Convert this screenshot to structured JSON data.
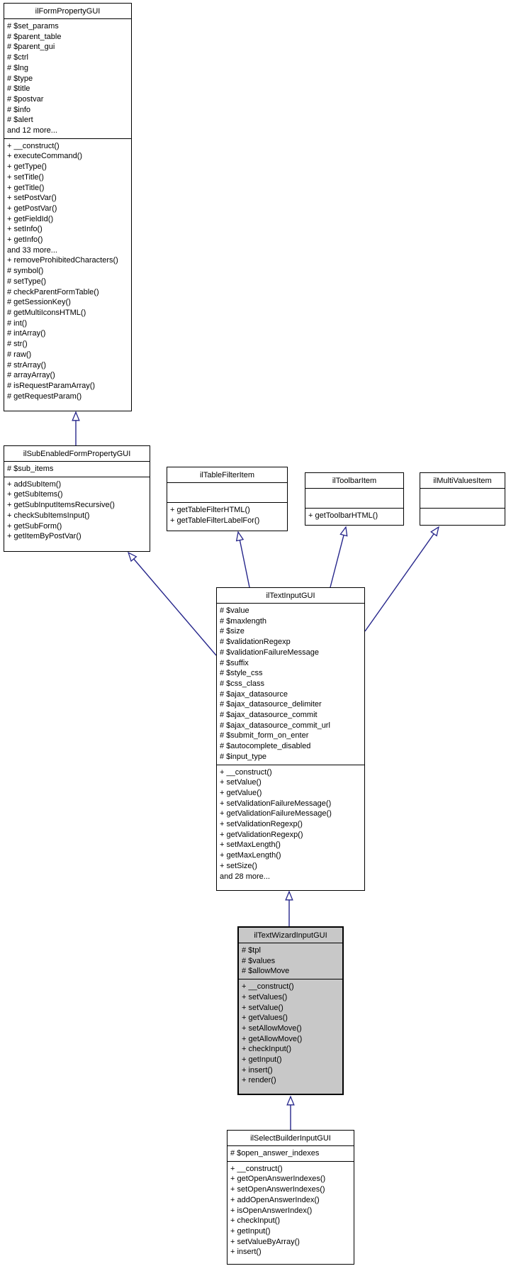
{
  "diagram": {
    "type": "uml-class-inheritance",
    "colors": {
      "background": "#ffffff",
      "node_border": "#000000",
      "node_fill": "#ffffff",
      "highlight_fill": "#c8c8c8",
      "edge": "#26268b",
      "text": "#000000"
    },
    "classes": [
      {
        "name": "ilFormPropertyGUI",
        "highlighted": false,
        "attributes": [
          "# $set_params",
          "# $parent_table",
          "# $parent_gui",
          "# $ctrl",
          "# $lng",
          "# $type",
          "# $title",
          "# $postvar",
          "# $info",
          "# $alert",
          "and 12 more..."
        ],
        "methods": [
          "+ __construct()",
          "+ executeCommand()",
          "+ getType()",
          "+ setTitle()",
          "+ getTitle()",
          "+ setPostVar()",
          "+ getPostVar()",
          "+ getFieldId()",
          "+ setInfo()",
          "+ getInfo()",
          "and 33 more...",
          "+ removeProhibitedCharacters()",
          "# symbol()",
          "# setType()",
          "# checkParentFormTable()",
          "# getSessionKey()",
          "# getMultiIconsHTML()",
          "# int()",
          "# intArray()",
          "# str()",
          "# raw()",
          "# strArray()",
          "# arrayArray()",
          "# isRequestParamArray()",
          "# getRequestParam()"
        ]
      },
      {
        "name": "ilSubEnabledFormPropertyGUI",
        "highlighted": false,
        "attributes": [
          "# $sub_items"
        ],
        "methods": [
          "+ addSubItem()",
          "+ getSubItems()",
          "+ getSubInputItemsRecursive()",
          "+ checkSubItemsInput()",
          "+ getSubForm()",
          "+ getItemByPostVar()"
        ]
      },
      {
        "name": "ilTableFilterItem",
        "highlighted": false,
        "attributes": [],
        "methods": [
          "+ getTableFilterHTML()",
          "+ getTableFilterLabelFor()"
        ]
      },
      {
        "name": "ilToolbarItem",
        "highlighted": false,
        "attributes": [],
        "methods": [
          "+ getToolbarHTML()"
        ]
      },
      {
        "name": "ilMultiValuesItem",
        "highlighted": false,
        "attributes": [],
        "methods": []
      },
      {
        "name": "ilTextInputGUI",
        "highlighted": false,
        "attributes": [
          "# $value",
          "# $maxlength",
          "# $size",
          "# $validationRegexp",
          "# $validationFailureMessage",
          "# $suffix",
          "# $style_css",
          "# $css_class",
          "# $ajax_datasource",
          "# $ajax_datasource_delimiter",
          "# $ajax_datasource_commit",
          "# $ajax_datasource_commit_url",
          "# $submit_form_on_enter",
          "# $autocomplete_disabled",
          "# $input_type"
        ],
        "methods": [
          "+ __construct()",
          "+ setValue()",
          "+ getValue()",
          "+ setValidationFailureMessage()",
          "+ getValidationFailureMessage()",
          "+ setValidationRegexp()",
          "+ getValidationRegexp()",
          "+ setMaxLength()",
          "+ getMaxLength()",
          "+ setSize()",
          "and 28 more..."
        ]
      },
      {
        "name": "ilTextWizardInputGUI",
        "highlighted": true,
        "attributes": [
          "# $tpl",
          "# $values",
          "# $allowMove"
        ],
        "methods": [
          "+ __construct()",
          "+ setValues()",
          "+ setValue()",
          "+ getValues()",
          "+ setAllowMove()",
          "+ getAllowMove()",
          "+ checkInput()",
          "+ getInput()",
          "+ insert()",
          "+ render()"
        ]
      },
      {
        "name": "ilSelectBuilderInputGUI",
        "highlighted": false,
        "attributes": [
          "# $open_answer_indexes"
        ],
        "methods": [
          "+ __construct()",
          "+ getOpenAnswerIndexes()",
          "+ setOpenAnswerIndexes()",
          "+ addOpenAnswerIndex()",
          "+ isOpenAnswerIndex()",
          "+ checkInput()",
          "+ getInput()",
          "+ setValueByArray()",
          "+ insert()"
        ]
      }
    ],
    "relationships": [
      {
        "from": "ilSubEnabledFormPropertyGUI",
        "to": "ilFormPropertyGUI",
        "type": "inheritance"
      },
      {
        "from": "ilTextInputGUI",
        "to": "ilSubEnabledFormPropertyGUI",
        "type": "inheritance"
      },
      {
        "from": "ilTextInputGUI",
        "to": "ilTableFilterItem",
        "type": "inheritance"
      },
      {
        "from": "ilTextInputGUI",
        "to": "ilToolbarItem",
        "type": "inheritance"
      },
      {
        "from": "ilTextInputGUI",
        "to": "ilMultiValuesItem",
        "type": "inheritance"
      },
      {
        "from": "ilTextWizardInputGUI",
        "to": "ilTextInputGUI",
        "type": "inheritance"
      },
      {
        "from": "ilSelectBuilderInputGUI",
        "to": "ilTextWizardInputGUI",
        "type": "inheritance"
      }
    ]
  }
}
